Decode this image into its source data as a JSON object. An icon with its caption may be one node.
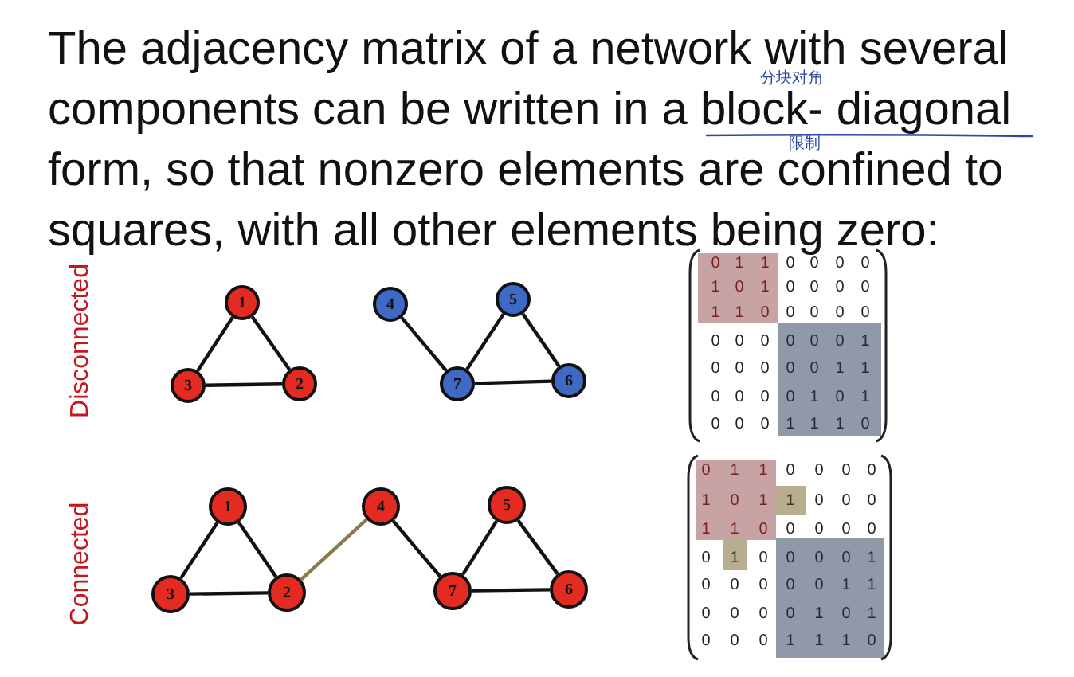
{
  "diagram": {
    "title": "The adjacency matrix of a network with several components can be written in a block- diagonal form, so that nonzero elements are confined to squares, with all other elements being zero:",
    "nodes": [
      {
        "text": [
          "1"
        ]
      },
      {
        "text": [
          "2"
        ]
      },
      {
        "text": [
          "3"
        ]
      },
      {
        "text": [
          "4"
        ]
      },
      {
        "text": [
          "5"
        ]
      },
      {
        "text": [
          "6"
        ]
      },
      {
        "text": [
          "7"
        ]
      },
      {
        "text": [
          "1"
        ]
      },
      {
        "text": [
          "2"
        ]
      },
      {
        "text": [
          "3"
        ]
      },
      {
        "text": [
          "4"
        ]
      },
      {
        "text": [
          "5"
        ]
      },
      {
        "text": [
          "6"
        ]
      },
      {
        "text": [
          "7"
        ]
      }
    ],
    "edges": [
      {
        "from": 0,
        "to": 1,
        "arrow": "none"
      },
      {
        "from": 0,
        "to": 2,
        "arrow": "none"
      },
      {
        "from": 2,
        "to": 1,
        "arrow": "none"
      },
      {
        "from": 3,
        "to": 6,
        "arrow": "none"
      },
      {
        "from": 6,
        "to": 4,
        "arrow": "none"
      },
      {
        "from": 4,
        "to": 5,
        "arrow": "none"
      },
      {
        "from": 6,
        "to": 5,
        "arrow": "none"
      },
      {
        "from": 7,
        "to": 8,
        "arrow": "none"
      },
      {
        "from": 7,
        "to": 9,
        "arrow": "none"
      },
      {
        "from": 9,
        "to": 8,
        "arrow": "none"
      },
      {
        "from": 8,
        "to": 10,
        "arrow": "none",
        "color": "#8b7b4a"
      },
      {
        "from": 10,
        "to": 13,
        "arrow": "none"
      },
      {
        "from": 13,
        "to": 11,
        "arrow": "none"
      },
      {
        "from": 11,
        "to": 12,
        "arrow": "none"
      },
      {
        "from": 13,
        "to": 12,
        "arrow": "none"
      }
    ],
    "labels": [
      "分块对角",
      "限制",
      "Disconnected",
      "0",
      "1",
      "1",
      "0",
      "0",
      "0",
      "0",
      "1",
      "0",
      "1",
      "0",
      "0",
      "0",
      "0",
      "1",
      "1",
      "0",
      "0",
      "0",
      "0",
      "0",
      "0",
      "0",
      "0",
      "0",
      "0",
      "0",
      "1",
      "0",
      "0",
      "0",
      "0",
      "0",
      "1",
      "1",
      "0",
      "0",
      "0",
      "0",
      "1",
      "0",
      "1",
      "0",
      "0",
      "0",
      "1",
      "1",
      "1",
      "0",
      "Connected",
      "0",
      "1",
      "1",
      "0",
      "0",
      "0",
      "0",
      "1",
      "0",
      "1",
      "1",
      "0",
      "0",
      "0",
      "1",
      "1",
      "0",
      "0",
      "0",
      "0",
      "0",
      "0",
      "1",
      "0",
      "0",
      "0",
      "0",
      "1",
      "0",
      "0",
      "0",
      "0",
      "0",
      "1",
      "1",
      "0",
      "0",
      "0",
      "0",
      "1",
      "0",
      "1",
      "0",
      "0",
      "0",
      "1",
      "1",
      "1",
      "0"
    ]
  }
}
